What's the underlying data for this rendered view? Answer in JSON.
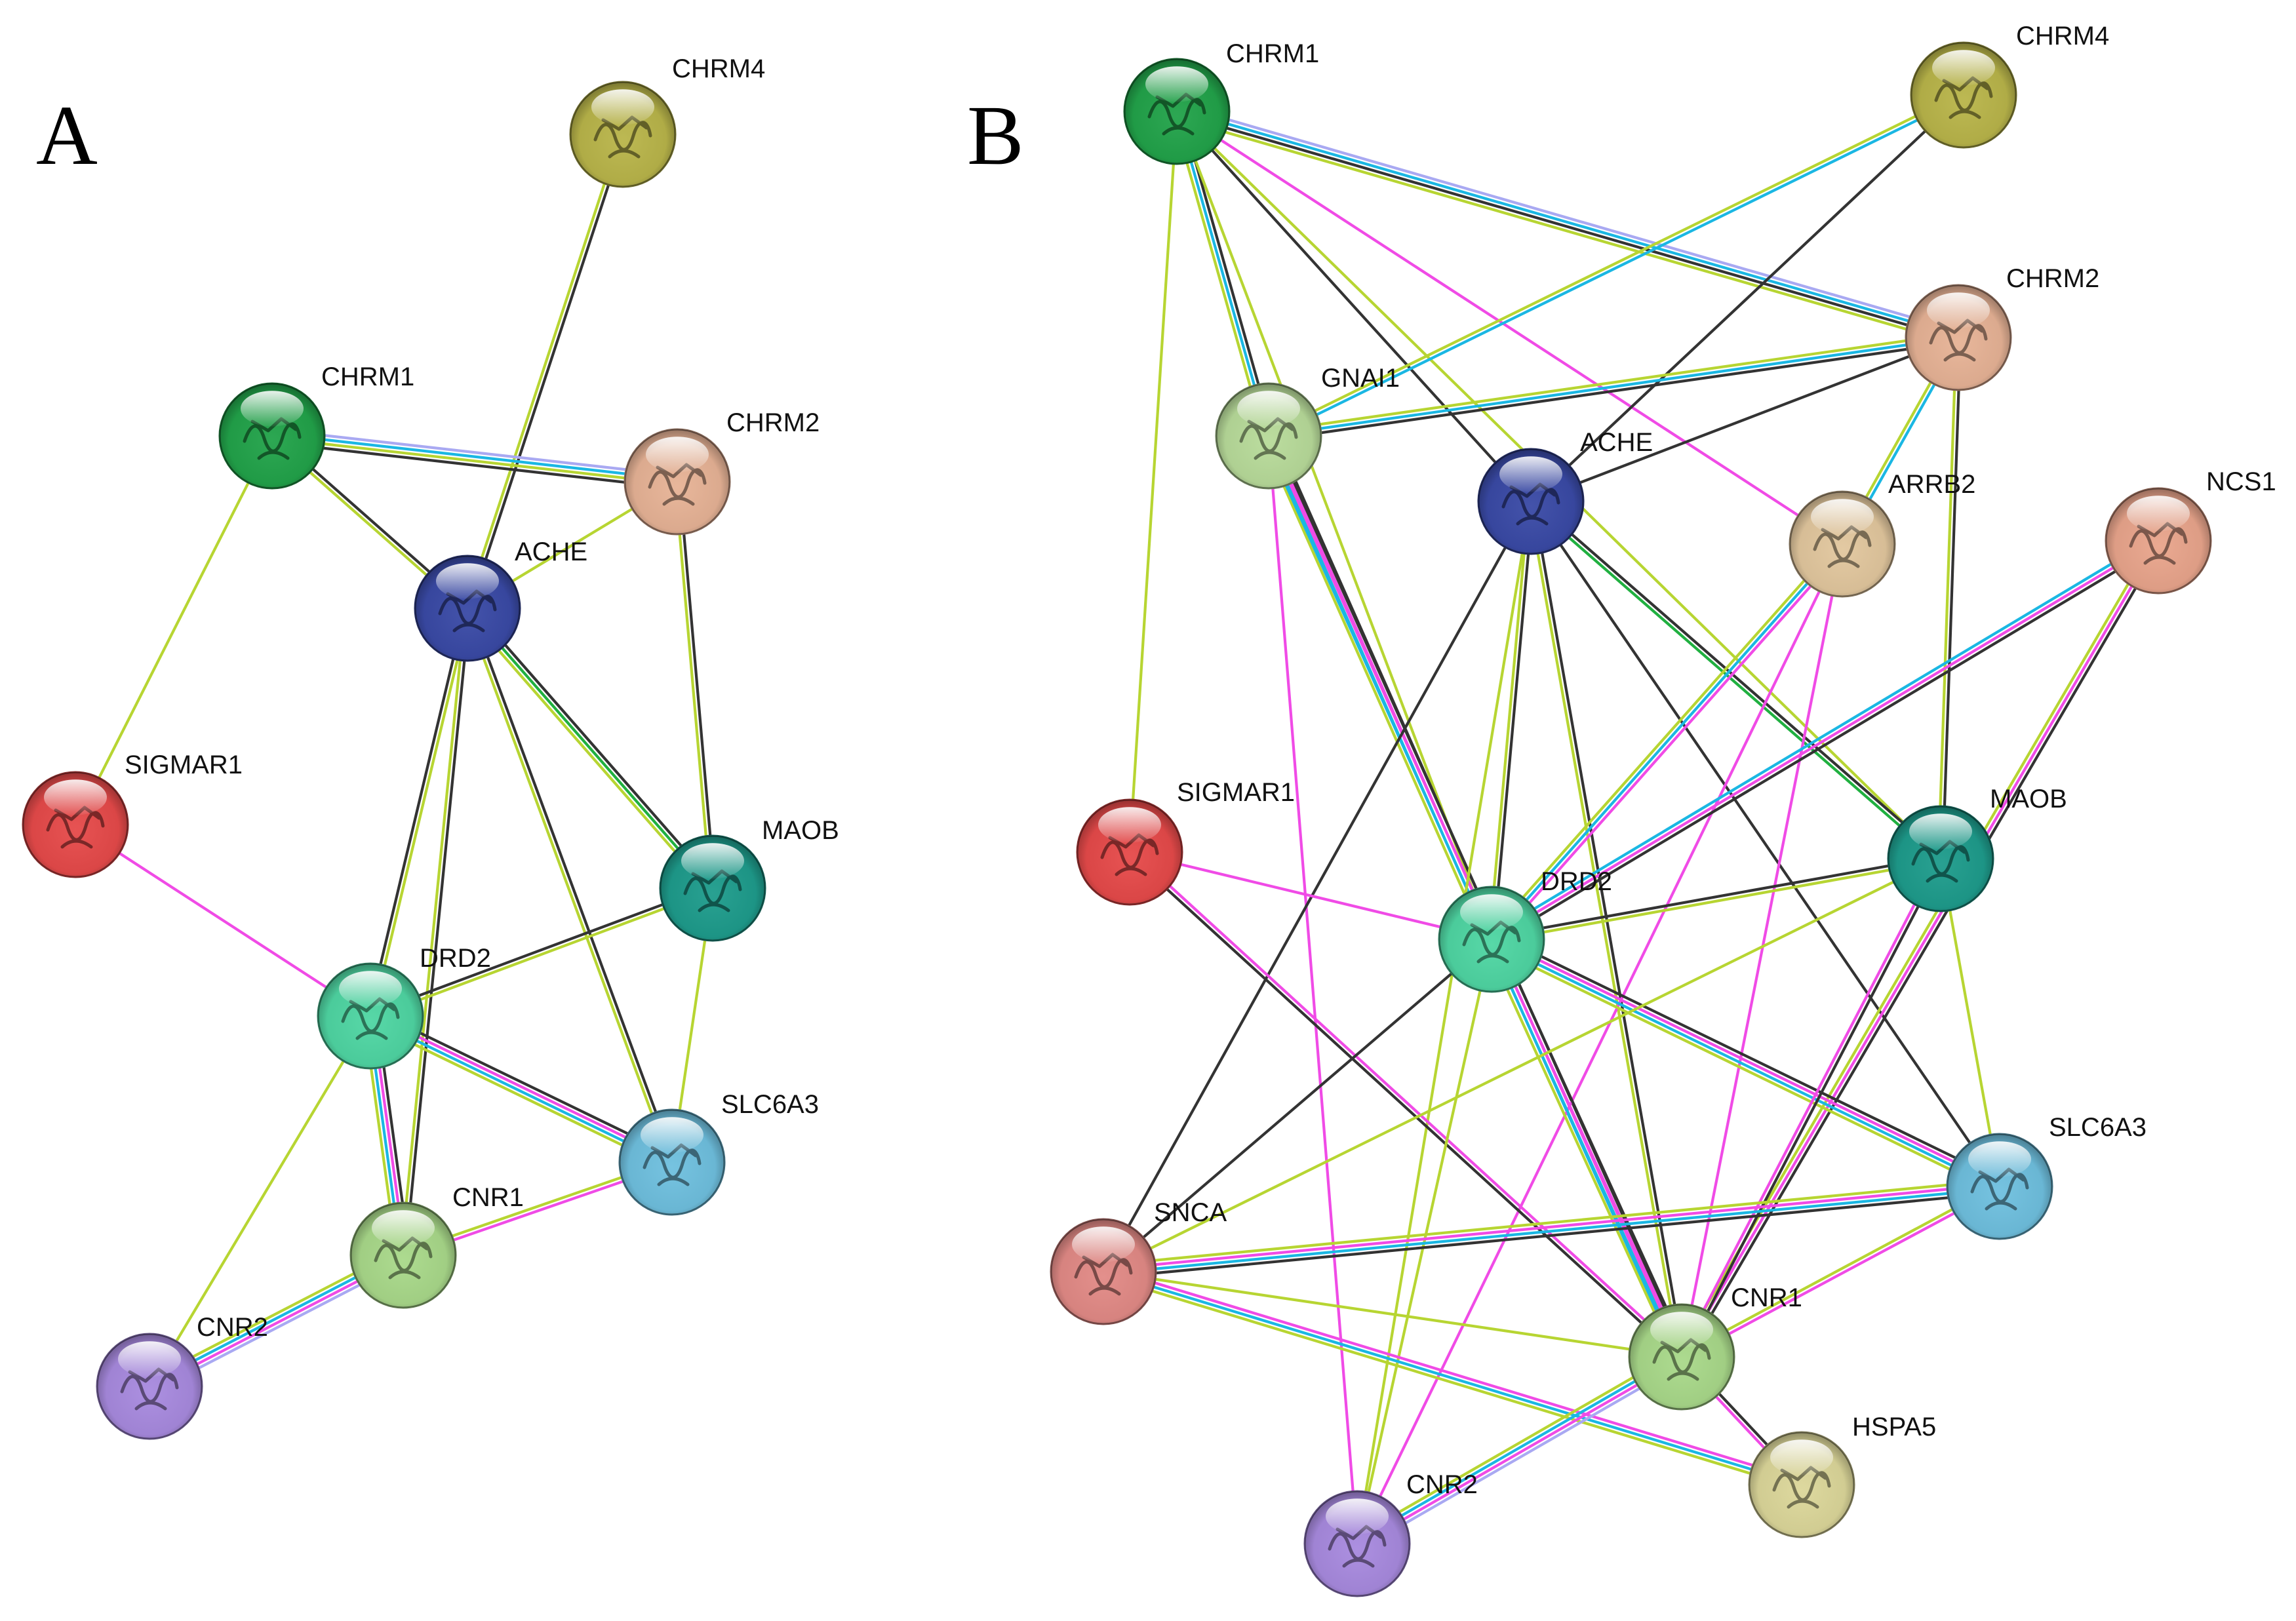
{
  "panels": [
    {
      "label": "A",
      "nodes": [
        {
          "id": "CHRM4",
          "label": "CHRM4",
          "color": "#b9b54a"
        },
        {
          "id": "CHRM1",
          "label": "CHRM1",
          "color": "#22a34a"
        },
        {
          "id": "CHRM2",
          "label": "CHRM2",
          "color": "#e7b396"
        },
        {
          "id": "ACHE",
          "label": "ACHE",
          "color": "#3a4aa6"
        },
        {
          "id": "SIGMAR1",
          "label": "SIGMAR1",
          "color": "#e64a4a"
        },
        {
          "id": "MAOB",
          "label": "MAOB",
          "color": "#1e9c8c"
        },
        {
          "id": "DRD2",
          "label": "DRD2",
          "color": "#4fd6a3"
        },
        {
          "id": "SLC6A3",
          "label": "SLC6A3",
          "color": "#6fc0df"
        },
        {
          "id": "CNR1",
          "label": "CNR1",
          "color": "#a9d98a"
        },
        {
          "id": "CNR2",
          "label": "CNR2",
          "color": "#a88adf"
        }
      ],
      "edges": [
        {
          "from": "CHRM4",
          "to": "ACHE",
          "evidence": [
            "black",
            "yellowgreen"
          ]
        },
        {
          "from": "CHRM1",
          "to": "CHRM2",
          "evidence": [
            "lavender",
            "cyan",
            "yellowgreen",
            "black"
          ]
        },
        {
          "from": "CHRM1",
          "to": "ACHE",
          "evidence": [
            "black",
            "yellowgreen"
          ]
        },
        {
          "from": "CHRM1",
          "to": "SIGMAR1",
          "evidence": [
            "yellowgreen"
          ]
        },
        {
          "from": "CHRM2",
          "to": "ACHE",
          "evidence": [
            "yellowgreen"
          ]
        },
        {
          "from": "CHRM2",
          "to": "MAOB",
          "evidence": [
            "black",
            "yellowgreen"
          ]
        },
        {
          "from": "ACHE",
          "to": "MAOB",
          "evidence": [
            "black",
            "green",
            "yellowgreen"
          ]
        },
        {
          "from": "ACHE",
          "to": "DRD2",
          "evidence": [
            "yellowgreen",
            "black"
          ]
        },
        {
          "from": "ACHE",
          "to": "SLC6A3",
          "evidence": [
            "black",
            "yellowgreen"
          ]
        },
        {
          "from": "ACHE",
          "to": "CNR1",
          "evidence": [
            "black",
            "yellowgreen"
          ]
        },
        {
          "from": "SIGMAR1",
          "to": "DRD2",
          "evidence": [
            "magenta"
          ]
        },
        {
          "from": "DRD2",
          "to": "MAOB",
          "evidence": [
            "black",
            "yellowgreen"
          ]
        },
        {
          "from": "DRD2",
          "to": "SLC6A3",
          "evidence": [
            "black",
            "magenta",
            "cyan",
            "yellowgreen"
          ]
        },
        {
          "from": "DRD2",
          "to": "CNR1",
          "evidence": [
            "black",
            "magenta",
            "cyan",
            "yellowgreen"
          ]
        },
        {
          "from": "DRD2",
          "to": "CNR2",
          "evidence": [
            "yellowgreen"
          ]
        },
        {
          "from": "MAOB",
          "to": "SLC6A3",
          "evidence": [
            "yellowgreen"
          ]
        },
        {
          "from": "SLC6A3",
          "to": "CNR1",
          "evidence": [
            "magenta",
            "yellowgreen"
          ]
        },
        {
          "from": "CNR1",
          "to": "CNR2",
          "evidence": [
            "lavender",
            "magenta",
            "cyan",
            "yellowgreen"
          ]
        }
      ]
    },
    {
      "label": "B",
      "nodes": [
        {
          "id": "CHRM1",
          "label": "CHRM1",
          "color": "#22a34a"
        },
        {
          "id": "CHRM4",
          "label": "CHRM4",
          "color": "#b9b54a"
        },
        {
          "id": "CHRM2",
          "label": "CHRM2",
          "color": "#e7b396"
        },
        {
          "id": "GNAI1",
          "label": "GNAI1",
          "color": "#b8db9a"
        },
        {
          "id": "ACHE",
          "label": "ACHE",
          "color": "#3a4aa6"
        },
        {
          "id": "ARRB2",
          "label": "ARRB2",
          "color": "#e2c79e"
        },
        {
          "id": "NCS1",
          "label": "NCS1",
          "color": "#e9a58c"
        },
        {
          "id": "SIGMAR1",
          "label": "SIGMAR1",
          "color": "#e64a4a"
        },
        {
          "id": "DRD2",
          "label": "DRD2",
          "color": "#4fd6a3"
        },
        {
          "id": "MAOB",
          "label": "MAOB",
          "color": "#1e9c8c"
        },
        {
          "id": "SLC6A3",
          "label": "SLC6A3",
          "color": "#6fc0df"
        },
        {
          "id": "SNCA",
          "label": "SNCA",
          "color": "#e28a86"
        },
        {
          "id": "CNR1",
          "label": "CNR1",
          "color": "#a9d98a"
        },
        {
          "id": "HSPA5",
          "label": "HSPA5",
          "color": "#dcd79a"
        },
        {
          "id": "CNR2",
          "label": "CNR2",
          "color": "#a88adf"
        }
      ],
      "edges": [
        {
          "from": "CHRM1",
          "to": "CHRM2",
          "evidence": [
            "lavender",
            "cyan",
            "black",
            "yellowgreen"
          ]
        },
        {
          "from": "CHRM1",
          "to": "GNAI1",
          "evidence": [
            "black",
            "cyan",
            "yellowgreen"
          ]
        },
        {
          "from": "CHRM1",
          "to": "ACHE",
          "evidence": [
            "black"
          ]
        },
        {
          "from": "CHRM1",
          "to": "ARRB2",
          "evidence": [
            "magenta"
          ]
        },
        {
          "from": "CHRM1",
          "to": "SIGMAR1",
          "evidence": [
            "yellowgreen"
          ]
        },
        {
          "from": "CHRM1",
          "to": "DRD2",
          "evidence": [
            "yellowgreen"
          ]
        },
        {
          "from": "CHRM1",
          "to": "MAOB",
          "evidence": [
            "yellowgreen"
          ]
        },
        {
          "from": "CHRM4",
          "to": "GNAI1",
          "evidence": [
            "cyan",
            "yellowgreen"
          ]
        },
        {
          "from": "CHRM4",
          "to": "ACHE",
          "evidence": [
            "black"
          ]
        },
        {
          "from": "CHRM2",
          "to": "GNAI1",
          "evidence": [
            "black",
            "cyan",
            "yellowgreen"
          ]
        },
        {
          "from": "CHRM2",
          "to": "ACHE",
          "evidence": [
            "black"
          ]
        },
        {
          "from": "CHRM2",
          "to": "ARRB2",
          "evidence": [
            "cyan",
            "yellowgreen"
          ]
        },
        {
          "from": "CHRM2",
          "to": "MAOB",
          "evidence": [
            "black",
            "yellowgreen"
          ]
        },
        {
          "from": "GNAI1",
          "to": "DRD2",
          "evidence": [
            "black",
            "magenta",
            "cyan",
            "yellowgreen"
          ]
        },
        {
          "from": "GNAI1",
          "to": "CNR1",
          "evidence": [
            "black",
            "magenta",
            "cyan"
          ]
        },
        {
          "from": "GNAI1",
          "to": "CNR2",
          "evidence": [
            "magenta"
          ]
        },
        {
          "from": "ACHE",
          "to": "DRD2",
          "evidence": [
            "black",
            "yellowgreen"
          ]
        },
        {
          "from": "ACHE",
          "to": "MAOB",
          "evidence": [
            "black",
            "green"
          ]
        },
        {
          "from": "ACHE",
          "to": "SLC6A3",
          "evidence": [
            "black"
          ]
        },
        {
          "from": "ACHE",
          "to": "CNR1",
          "evidence": [
            "black",
            "yellowgreen"
          ]
        },
        {
          "from": "ACHE",
          "to": "SNCA",
          "evidence": [
            "black"
          ]
        },
        {
          "from": "ACHE",
          "to": "CNR2",
          "evidence": [
            "yellowgreen"
          ]
        },
        {
          "from": "ARRB2",
          "to": "DRD2",
          "evidence": [
            "magenta",
            "cyan",
            "yellowgreen"
          ]
        },
        {
          "from": "ARRB2",
          "to": "CNR1",
          "evidence": [
            "magenta"
          ]
        },
        {
          "from": "ARRB2",
          "to": "CNR2",
          "evidence": [
            "magenta"
          ]
        },
        {
          "from": "NCS1",
          "to": "DRD2",
          "evidence": [
            "black",
            "magenta",
            "cyan"
          ]
        },
        {
          "from": "NCS1",
          "to": "CNR1",
          "evidence": [
            "black",
            "magenta",
            "yellowgreen"
          ]
        },
        {
          "from": "SIGMAR1",
          "to": "DRD2",
          "evidence": [
            "magenta"
          ]
        },
        {
          "from": "SIGMAR1",
          "to": "CNR1",
          "evidence": [
            "magenta",
            "black"
          ]
        },
        {
          "from": "DRD2",
          "to": "MAOB",
          "evidence": [
            "black",
            "yellowgreen"
          ]
        },
        {
          "from": "DRD2",
          "to": "SLC6A3",
          "evidence": [
            "black",
            "magenta",
            "cyan",
            "yellowgreen"
          ]
        },
        {
          "from": "DRD2",
          "to": "CNR1",
          "evidence": [
            "black",
            "magenta",
            "cyan",
            "yellowgreen"
          ]
        },
        {
          "from": "DRD2",
          "to": "SNCA",
          "evidence": [
            "black"
          ]
        },
        {
          "from": "DRD2",
          "to": "CNR2",
          "evidence": [
            "yellowgreen"
          ]
        },
        {
          "from": "MAOB",
          "to": "SLC6A3",
          "evidence": [
            "yellowgreen"
          ]
        },
        {
          "from": "MAOB",
          "to": "CNR1",
          "evidence": [
            "black",
            "magenta"
          ]
        },
        {
          "from": "MAOB",
          "to": "SNCA",
          "evidence": [
            "yellowgreen"
          ]
        },
        {
          "from": "SLC6A3",
          "to": "SNCA",
          "evidence": [
            "black",
            "cyan",
            "magenta",
            "yellowgreen"
          ]
        },
        {
          "from": "SLC6A3",
          "to": "CNR1",
          "evidence": [
            "magenta",
            "yellowgreen"
          ]
        },
        {
          "from": "SNCA",
          "to": "HSPA5",
          "evidence": [
            "magenta",
            "cyan",
            "yellowgreen"
          ]
        },
        {
          "from": "SNCA",
          "to": "CNR1",
          "evidence": [
            "yellowgreen"
          ]
        },
        {
          "from": "CNR1",
          "to": "HSPA5",
          "evidence": [
            "black",
            "magenta"
          ]
        },
        {
          "from": "CNR1",
          "to": "CNR2",
          "evidence": [
            "lavender",
            "magenta",
            "cyan",
            "yellowgreen"
          ]
        }
      ]
    }
  ],
  "evidence_colors": {
    "black": "#333333",
    "yellowgreen": "#b7d532",
    "cyan": "#1ab7e3",
    "magenta": "#f04be6",
    "green": "#20b040",
    "lavender": "#a9a9f2"
  }
}
